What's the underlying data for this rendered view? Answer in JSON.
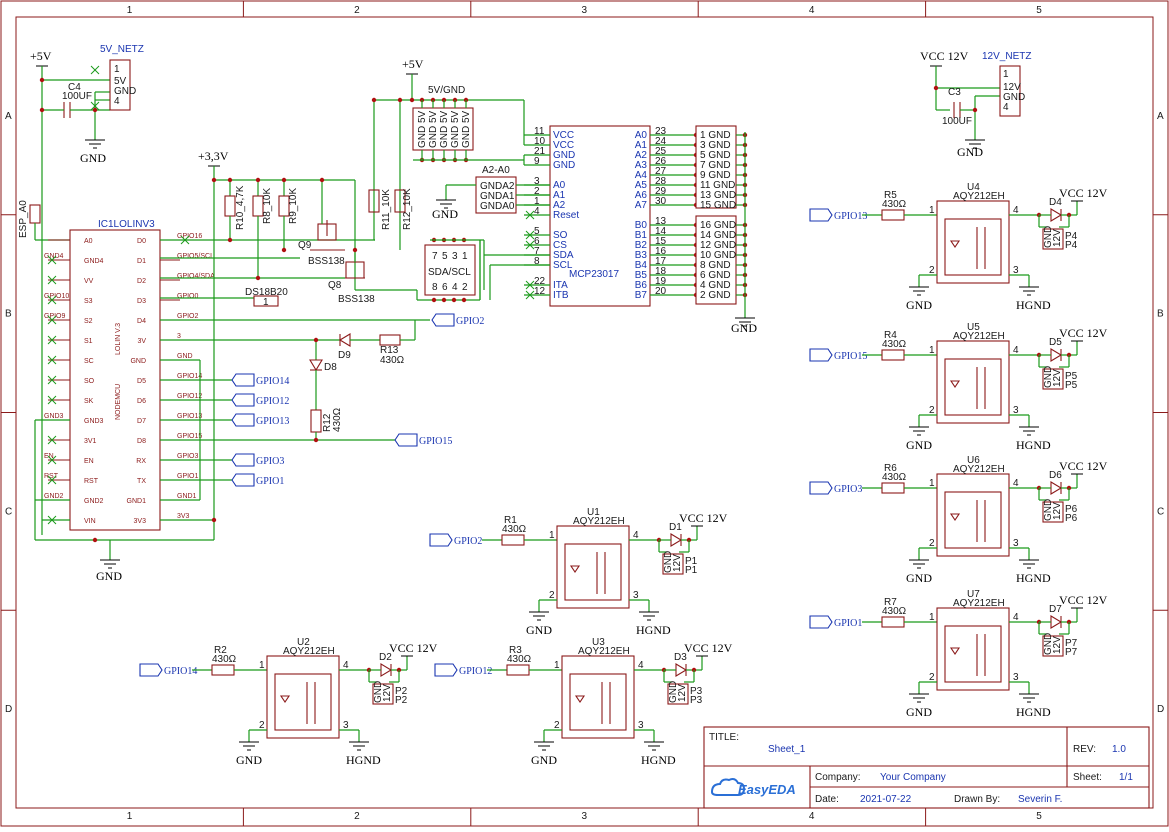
{
  "frame": {
    "columns": [
      "1",
      "2",
      "3",
      "4",
      "5"
    ],
    "rows": [
      "A",
      "B",
      "C",
      "D"
    ]
  },
  "title_block": {
    "title_label": "TITLE:",
    "title": "Sheet_1",
    "rev_label": "REV:",
    "rev": "1.0",
    "company_label": "Company:",
    "company": "Your Company",
    "sheet_label": "Sheet:",
    "sheet": "1/1",
    "date_label": "Date:",
    "date": "2021-07-22",
    "drawn_label": "Drawn By:",
    "drawn_by": "Severin F.",
    "logo_text": "EasyEDA"
  },
  "power": {
    "plus5v": "+5V",
    "plus3v3": "+3,3V",
    "vcc12": "VCC 12V",
    "gnd": "GND",
    "hgnd": "HGND"
  },
  "nodemcu": {
    "designator": "IC1LOLINV3",
    "name": "NODEMCU",
    "subname": "LOLIN V.3",
    "left_pins": [
      "A0",
      "GND4",
      "VV",
      "S3",
      "S2",
      "S1",
      "SC",
      "SO",
      "SK",
      "GND3",
      "3V1",
      "EN",
      "RST",
      "GND2",
      "VIN"
    ],
    "right_pins": [
      "D0",
      "D1",
      "D2",
      "D3",
      "D4",
      "3V",
      "GND",
      "D5",
      "D6",
      "D7",
      "D8",
      "RX",
      "TX",
      "GND1",
      "3V3"
    ],
    "left_nets": [
      "",
      "GND4",
      "",
      "GPIO10",
      "GPIO9",
      "",
      "",
      "",
      "",
      "GND3",
      "",
      "EN",
      "RST",
      "GND2",
      ""
    ],
    "right_nets": [
      "GPIO16",
      "GPIO5/SCL",
      "GPIO4/SDA",
      "GPIO0",
      "GPIO2",
      "3",
      "GND",
      "GPIO14",
      "GPIO12",
      "GPIO13",
      "GPIO15",
      "GPIO3",
      "GPIO1",
      "GND1",
      "3V3"
    ]
  },
  "esp_label": "ESP_A0",
  "conn_5v": {
    "name": "5V_NETZ",
    "pins": [
      "1",
      "5V",
      "GND",
      "4"
    ]
  },
  "conn_12v": {
    "name": "12V_NETZ",
    "pins": [
      "1",
      "12V",
      "GND",
      "4"
    ]
  },
  "c4": {
    "name": "C4",
    "value": "100UF"
  },
  "c3": {
    "name": "C3",
    "value": "100UF"
  },
  "jumper_5vgnd": {
    "name": "5V/GND",
    "pins": [
      "GND 5V",
      "GND 5V",
      "GND 5V",
      "GND 5V",
      "GND 5V"
    ]
  },
  "a2a0": {
    "name": "A2-A0",
    "pins": [
      "GNDA2",
      "GNDA1",
      "GNDA0"
    ]
  },
  "sdascl": {
    "name": "SDA/SCL",
    "top": [
      "7",
      "5",
      "3",
      "1"
    ],
    "bottom": [
      "8",
      "6",
      "4",
      "2"
    ]
  },
  "resistors_pullup": [
    {
      "name": "R10_4,7K"
    },
    {
      "name": "R8_10K"
    },
    {
      "name": "R9_10K"
    },
    {
      "name": "R11_10K"
    },
    {
      "name": "R12_10K"
    }
  ],
  "mosfets": [
    {
      "des": "Q9",
      "part": "BSS138"
    },
    {
      "des": "Q8",
      "part": "BSS138"
    }
  ],
  "ds18b20": {
    "name": "DS18B20",
    "pin": "1"
  },
  "diodes_small": [
    {
      "name": "D9"
    },
    {
      "name": "D8"
    }
  ],
  "r13": {
    "name": "R13",
    "value": "430Ω"
  },
  "r12": {
    "name": "R12",
    "value": "430Ω"
  },
  "mcp": {
    "name": "MCP23017",
    "left_pins": [
      {
        "num": "11",
        "name": "VCC"
      },
      {
        "num": "10",
        "name": "VCC"
      },
      {
        "num": "21",
        "name": "GND"
      },
      {
        "num": "9",
        "name": "GND"
      },
      {
        "num": "3",
        "name": "A0"
      },
      {
        "num": "2",
        "name": "A1"
      },
      {
        "num": "1",
        "name": "A2"
      },
      {
        "num": "4",
        "name": "Reset"
      },
      {
        "num": "5",
        "name": "SO"
      },
      {
        "num": "6",
        "name": "CS"
      },
      {
        "num": "7",
        "name": "SDA"
      },
      {
        "num": "8",
        "name": "SCL"
      },
      {
        "num": "22",
        "name": "ITA"
      },
      {
        "num": "12",
        "name": "ITB"
      }
    ],
    "right_pins": [
      {
        "num": "23",
        "name": "A0"
      },
      {
        "num": "24",
        "name": "A1"
      },
      {
        "num": "25",
        "name": "A2"
      },
      {
        "num": "26",
        "name": "A3"
      },
      {
        "num": "27",
        "name": "A4"
      },
      {
        "num": "28",
        "name": "A5"
      },
      {
        "num": "29",
        "name": "A6"
      },
      {
        "num": "30",
        "name": "A7"
      },
      {
        "num": "13",
        "name": "B0"
      },
      {
        "num": "14",
        "name": "B1"
      },
      {
        "num": "15",
        "name": "B2"
      },
      {
        "num": "16",
        "name": "B3"
      },
      {
        "num": "17",
        "name": "B4"
      },
      {
        "num": "18",
        "name": "B5"
      },
      {
        "num": "19",
        "name": "B6"
      },
      {
        "num": "20",
        "name": "B7"
      }
    ]
  },
  "header_a": [
    "1 GND",
    "3 GND",
    "5 GND",
    "7 GND",
    "9 GND",
    "11 GND",
    "13 GND",
    "15 GND"
  ],
  "header_b": [
    "16 GND",
    "14 GND",
    "12 GND",
    "10 GND",
    "8 GND",
    "6 GND",
    "4 GND",
    "2 GND"
  ],
  "relays": [
    {
      "gpio": "GPIO2",
      "r": "R1",
      "rv": "430Ω",
      "u": "U1",
      "part": "AQY212EH",
      "d": "D1",
      "p": "P1"
    },
    {
      "gpio": "GPIO14",
      "r": "R2",
      "rv": "430Ω",
      "u": "U2",
      "part": "AQY212EH",
      "d": "D2",
      "p": "P2"
    },
    {
      "gpio": "GPIO12",
      "r": "R3",
      "rv": "430Ω",
      "u": "U3",
      "part": "AQY212EH",
      "d": "D3",
      "p": "P3"
    },
    {
      "gpio": "GPIO13",
      "r": "R5",
      "rv": "430Ω",
      "u": "U4",
      "part": "AQY212EH",
      "d": "D4",
      "p": "P4"
    },
    {
      "gpio": "GPIO15",
      "r": "R4",
      "rv": "430Ω",
      "u": "U5",
      "part": "AQY212EH",
      "d": "D5",
      "p": "P5"
    },
    {
      "gpio": "GPIO3",
      "r": "R6",
      "rv": "430Ω",
      "u": "U6",
      "part": "AQY212EH",
      "d": "D6",
      "p": "P6"
    },
    {
      "gpio": "GPIO1",
      "r": "R7",
      "rv": "430Ω",
      "u": "U7",
      "part": "AQY212EH",
      "d": "D7",
      "p": "P7"
    }
  ],
  "relay_pins": {
    "in": "1",
    "gnd": "2",
    "hgnd": "3",
    "out": "4"
  },
  "p_pins": [
    "GND",
    "12V"
  ],
  "nodemcu_ports": [
    "GPIO2",
    "GPIO14",
    "GPIO12",
    "GPIO13",
    "GPIO15",
    "GPIO3",
    "GPIO1"
  ]
}
